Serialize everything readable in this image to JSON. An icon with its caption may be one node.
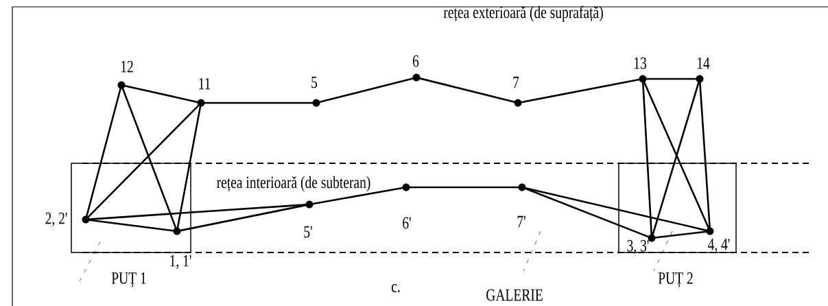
{
  "diagram": {
    "nodes": [
      {
        "text": [
          "12"
        ]
      },
      {
        "text": [
          "11"
        ]
      },
      {
        "text": [
          "5"
        ]
      },
      {
        "text": [
          "6"
        ]
      },
      {
        "text": [
          "7"
        ]
      },
      {
        "text": [
          "13"
        ]
      },
      {
        "text": [
          "14"
        ]
      },
      {
        "text": [
          "PUȚ 1"
        ]
      },
      {
        "text": [
          "2, 2'"
        ],
        "in": 7
      },
      {
        "text": [
          "1, 1'"
        ],
        "in": 7
      },
      {
        "text": [
          "5'"
        ]
      },
      {
        "text": [
          "6'"
        ]
      },
      {
        "text": [
          "7'"
        ]
      },
      {
        "text": [
          "PUȚ 2"
        ]
      },
      {
        "text": [
          "3, 3'"
        ],
        "in": 13
      },
      {
        "text": [
          "4, 4'"
        ],
        "in": 13
      }
    ],
    "edges": [
      {
        "from": 0,
        "to": 1,
        "arrow": "none"
      },
      {
        "from": 1,
        "to": 2,
        "arrow": "none"
      },
      {
        "from": 2,
        "to": 3,
        "arrow": "none"
      },
      {
        "from": 3,
        "to": 4,
        "arrow": "none"
      },
      {
        "from": 4,
        "to": 5,
        "arrow": "none"
      },
      {
        "from": 5,
        "to": 6,
        "arrow": "none"
      },
      {
        "from": 0,
        "to": 8,
        "arrow": "none"
      },
      {
        "from": 0,
        "to": 9,
        "arrow": "none"
      },
      {
        "from": 1,
        "to": 8,
        "arrow": "none"
      },
      {
        "from": 1,
        "to": 9,
        "arrow": "none"
      },
      {
        "from": 5,
        "to": 14,
        "arrow": "none"
      },
      {
        "from": 5,
        "to": 15,
        "arrow": "none"
      },
      {
        "from": 6,
        "to": 14,
        "arrow": "none"
      },
      {
        "from": 6,
        "to": 15,
        "arrow": "none"
      },
      {
        "from": 8,
        "to": 10,
        "arrow": "none"
      },
      {
        "from": 8,
        "to": 9,
        "arrow": "none"
      },
      {
        "from": 9,
        "to": 10,
        "arrow": "none"
      },
      {
        "from": 10,
        "to": 11,
        "arrow": "none"
      },
      {
        "from": 11,
        "to": 12,
        "arrow": "none"
      },
      {
        "from": 12,
        "to": 14,
        "arrow": "none"
      },
      {
        "from": 12,
        "to": 15,
        "arrow": "none"
      },
      {
        "from": 14,
        "to": 15,
        "arrow": "none"
      }
    ],
    "labels": [
      "rețea exterioară (de suprafață)",
      "rețea interioară (de subteran)",
      "c.",
      "GALERIE"
    ]
  }
}
